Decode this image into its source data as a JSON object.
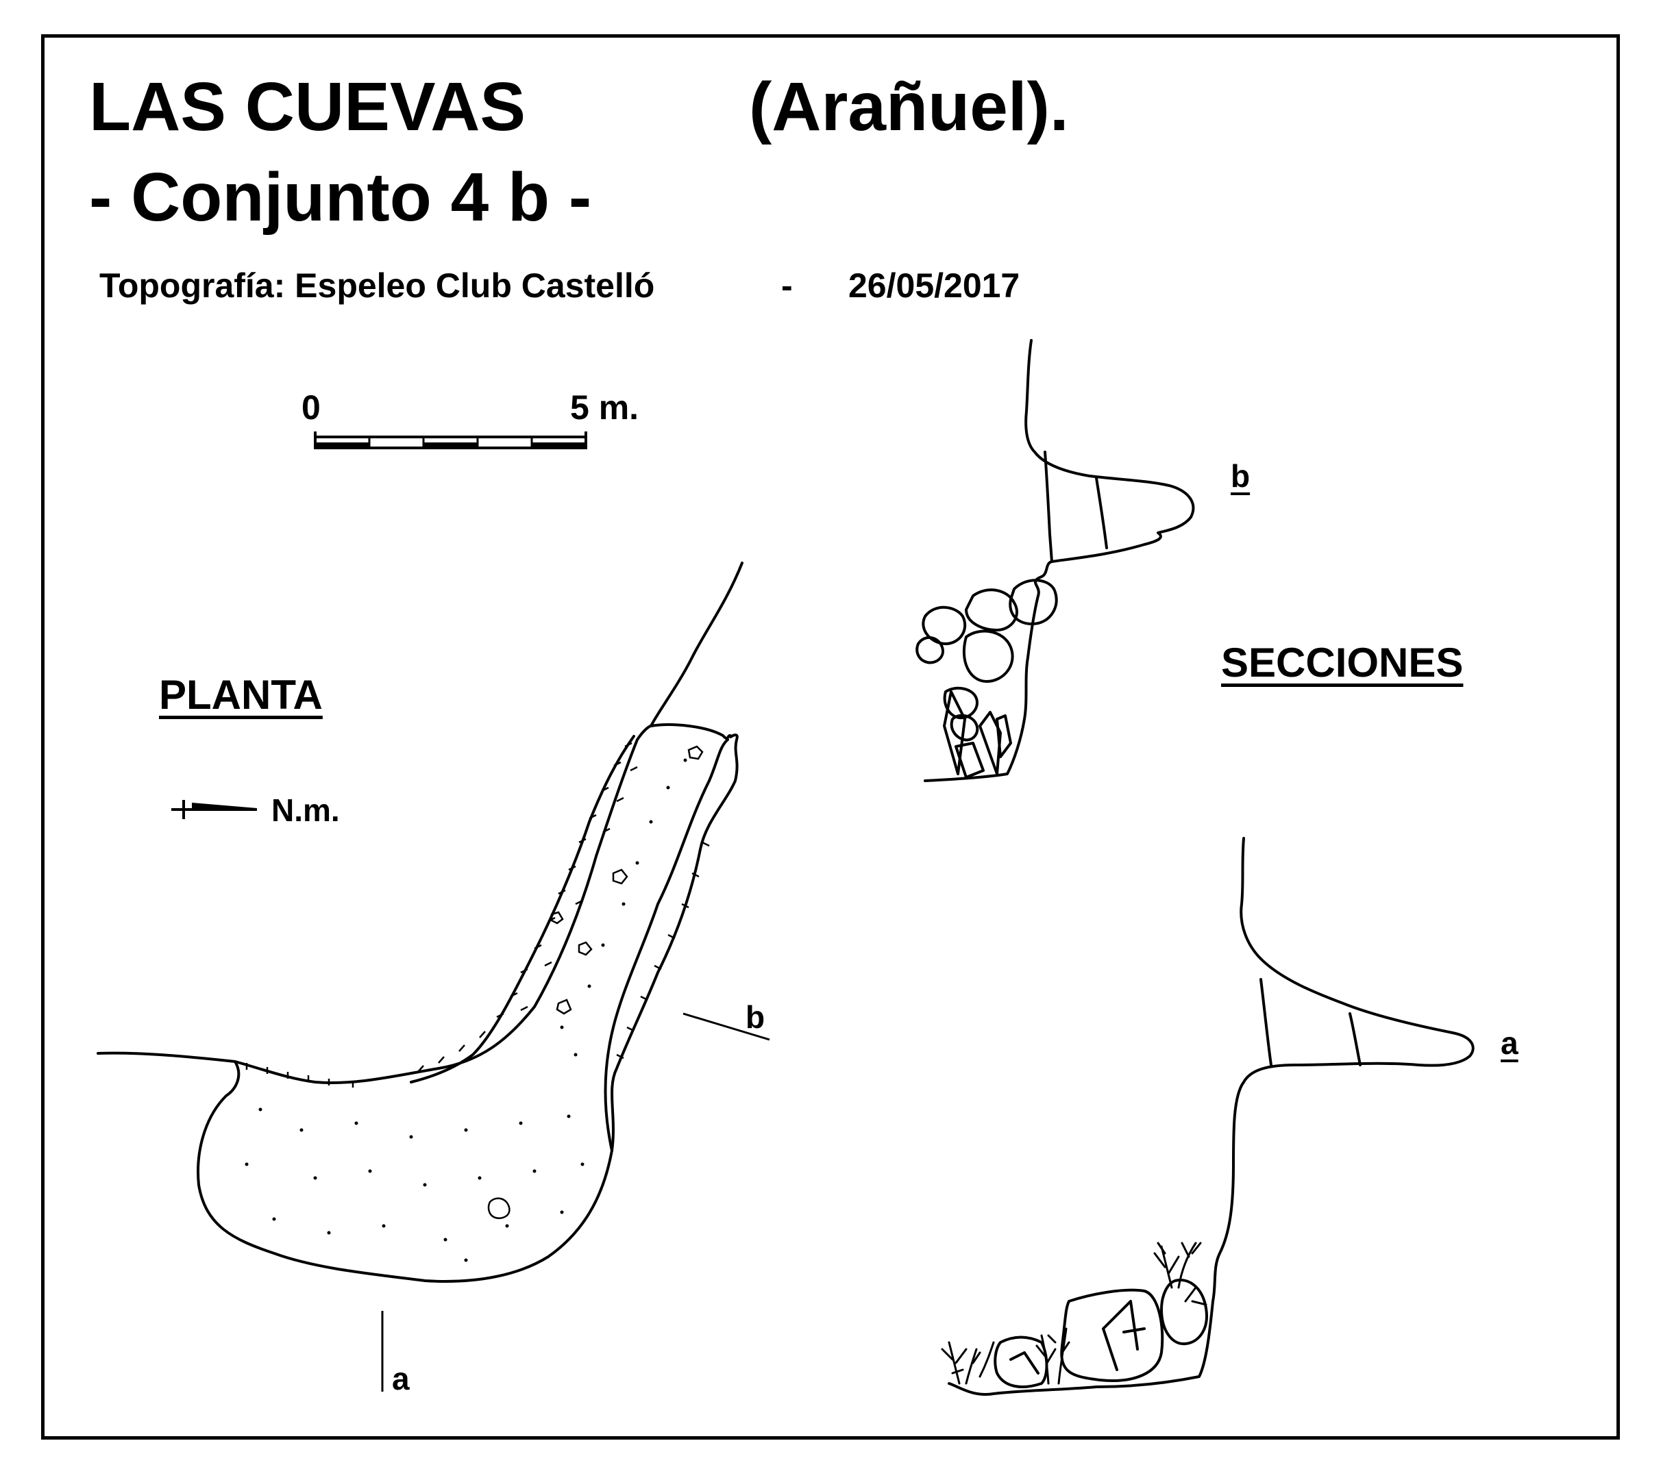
{
  "header": {
    "title_name": "LAS  CUEVAS",
    "title_place": "(Arañuel).",
    "subtitle": "- Conjunto  4 b -",
    "credit": "Topografía:  Espeleo Club Castelló",
    "credit_sep": "-",
    "date": "26/05/2017"
  },
  "scale": {
    "start_label": "0",
    "end_label": "5 m."
  },
  "plan": {
    "title": "PLANTA",
    "north_label": "N.m.",
    "section_b": "b",
    "section_a": "a"
  },
  "sections": {
    "title": "SECCIONES",
    "label_b": "b",
    "label_a": "a"
  }
}
